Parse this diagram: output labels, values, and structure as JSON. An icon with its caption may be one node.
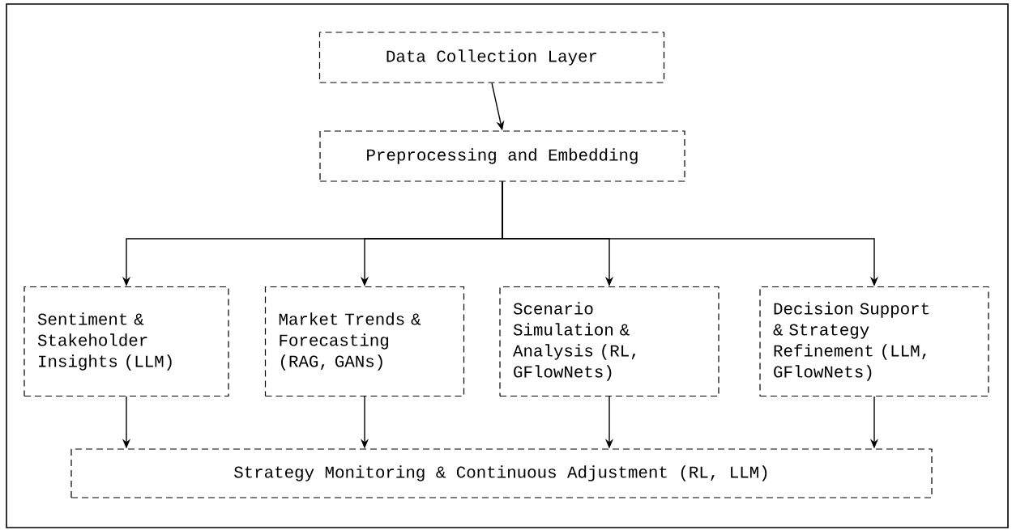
{
  "diagram": {
    "nodes": [
      {
        "text": [
          "Data Collection Layer"
        ]
      },
      {
        "text": [
          "Preprocessing and Embedding"
        ]
      },
      {
        "text": [
          "Sentiment & Stakeholder Insights (LLM)"
        ]
      },
      {
        "text": [
          "Market Trends & Forecasting (RAG, GANs)"
        ]
      },
      {
        "text": [
          "Scenario Simulation & Analysis (RL, GFlowNets)"
        ]
      },
      {
        "text": [
          "Decision Support & Strategy Refinement (LLM, GFlowNets)"
        ]
      },
      {
        "text": [
          "Strategy Monitoring & Continuous Adjustment (RL, LLM)"
        ]
      }
    ],
    "edges": [
      {
        "from": 0,
        "to": 1,
        "arrow": "to"
      },
      {
        "from": 1,
        "to": 2,
        "arrow": "to"
      },
      {
        "from": 1,
        "to": 3,
        "arrow": "to"
      },
      {
        "from": 1,
        "to": 4,
        "arrow": "to"
      },
      {
        "from": 1,
        "to": 5,
        "arrow": "to"
      },
      {
        "from": 2,
        "to": 6,
        "arrow": "to"
      },
      {
        "from": 3,
        "to": 6,
        "arrow": "to"
      },
      {
        "from": 4,
        "to": 6,
        "arrow": "to"
      },
      {
        "from": 5,
        "to": 6,
        "arrow": "to"
      }
    ]
  }
}
